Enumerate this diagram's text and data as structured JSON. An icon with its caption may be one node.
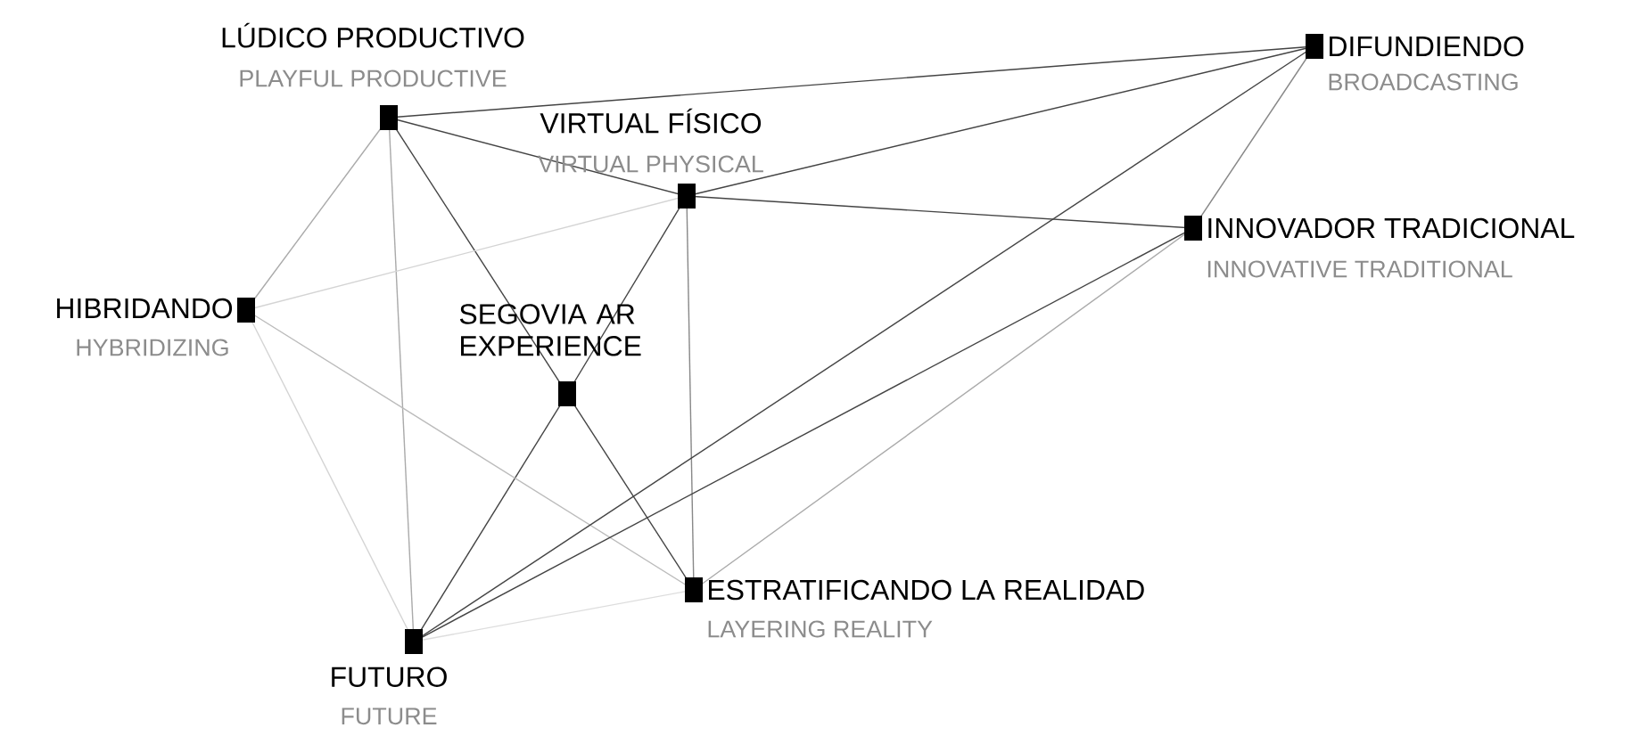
{
  "diagram": {
    "nodes": [
      {
        "text": [
          "LÚDICO PRODUCTIVO",
          "PLAYFUL PRODUCTIVE"
        ]
      },
      {
        "text": [
          "VIRTUAL FÍSICO",
          "VIRTUAL PHYSICAL"
        ]
      },
      {
        "text": [
          "DIFUNDIENDO",
          "BROADCASTING"
        ]
      },
      {
        "text": [
          "INNOVADOR TRADICIONAL",
          "INNOVATIVE TRADITIONAL"
        ]
      },
      {
        "text": [
          "HIBRIDANDO",
          "HYBRIDIZING"
        ]
      },
      {
        "text": [
          "SEGOVIA AR EXPERIENCE"
        ]
      },
      {
        "text": [
          "ESTRATIFICANDO LA REALIDAD",
          "LAYERING REALITY"
        ]
      },
      {
        "text": [
          "FUTURO",
          "FUTURE"
        ]
      }
    ],
    "edges": [
      {
        "from": 0,
        "to": 2,
        "arrow": "none"
      },
      {
        "from": 0,
        "to": 1,
        "arrow": "none"
      },
      {
        "from": 0,
        "to": 4,
        "arrow": "none",
        "color": "#aaaaaa"
      },
      {
        "from": 0,
        "to": 7,
        "arrow": "none",
        "color": "#aaaaaa"
      },
      {
        "from": 0,
        "to": 5,
        "arrow": "none"
      },
      {
        "from": 1,
        "to": 2,
        "arrow": "none"
      },
      {
        "from": 1,
        "to": 3,
        "arrow": "none"
      },
      {
        "from": 1,
        "to": 4,
        "arrow": "none",
        "color": "#d4d4d4"
      },
      {
        "from": 1,
        "to": 5,
        "arrow": "none"
      },
      {
        "from": 1,
        "to": 6,
        "arrow": "none",
        "color": "#888888"
      },
      {
        "from": 5,
        "to": 7,
        "arrow": "none"
      },
      {
        "from": 5,
        "to": 6,
        "arrow": "none"
      },
      {
        "from": 4,
        "to": 7,
        "arrow": "none",
        "color": "#d4d4d4"
      },
      {
        "from": 4,
        "to": 6,
        "arrow": "none",
        "color": "#bbbbbb"
      },
      {
        "from": 7,
        "to": 2,
        "arrow": "none"
      },
      {
        "from": 7,
        "to": 3,
        "arrow": "none"
      },
      {
        "from": 7,
        "to": 6,
        "arrow": "none",
        "color": "#dddddd"
      },
      {
        "from": 2,
        "to": 3,
        "arrow": "none",
        "color": "#888888"
      },
      {
        "from": 6,
        "to": 3,
        "arrow": "none",
        "color": "#aaaaaa"
      }
    ]
  }
}
